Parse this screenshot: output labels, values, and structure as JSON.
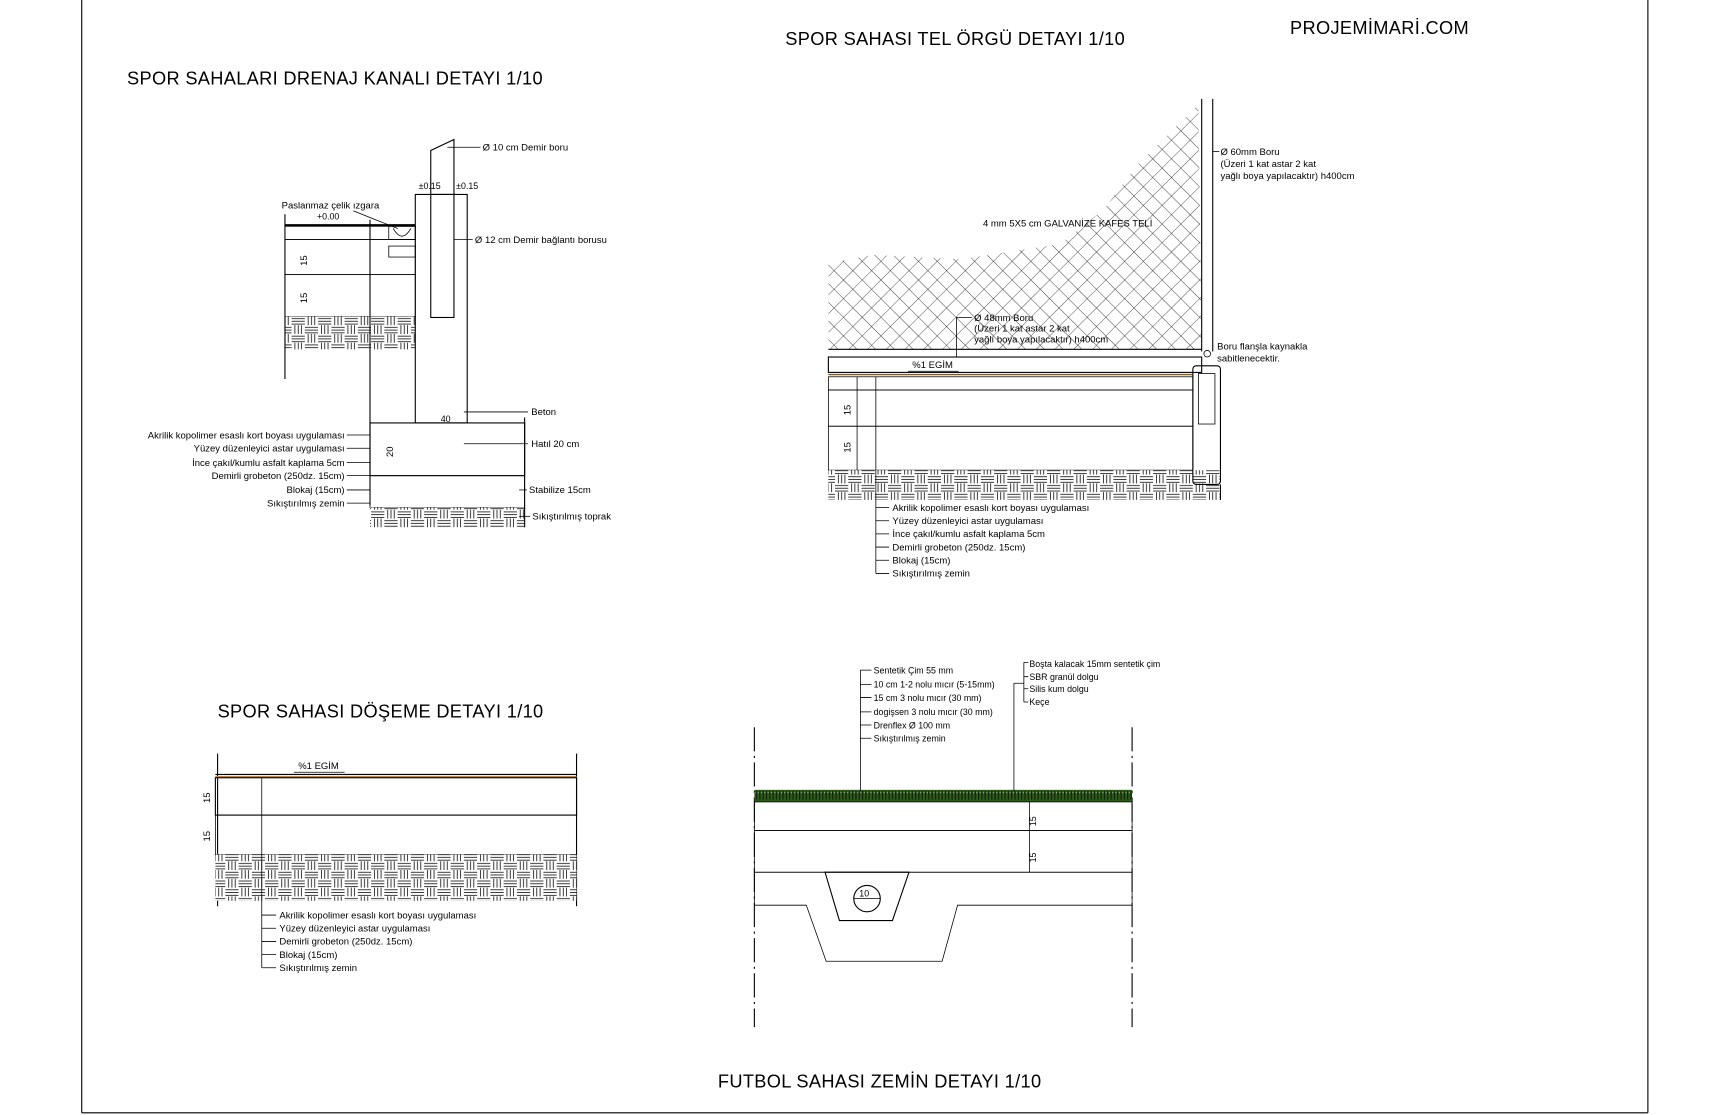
{
  "site_brand": "PROJEMİMARİ.COM",
  "drainage_detail": {
    "title": "SPOR SAHALARI DRENAJ KANALI DETAYI 1/10",
    "callouts": {
      "pipe_top": "Ø 10 cm Demir boru",
      "pipe_connection": "Ø 12 cm Demir bağlantı borusu",
      "grate": "Paslanmaz çelik ızgara",
      "concrete": "Beton",
      "beam": "Hatıl 20 cm",
      "stabilized": "Stabilize 15cm",
      "soil": "Sıkıştırılmış toprak"
    },
    "levels": [
      "+0.00",
      "±0.15",
      "±0.15"
    ],
    "dims": [
      "15",
      "15",
      "20",
      "40"
    ],
    "layers": [
      "Akrilik kopolimer esaslı kort boyası uygulaması",
      "Yüzey düzenleyici astar uygulaması",
      "İnce çakıl/kumlu asfalt kaplama 5cm",
      "Demirli grobeton (250dz. 15cm)",
      "Blokaj (15cm)",
      "Sıkıştırılmış zemin"
    ]
  },
  "fence_detail": {
    "title": "SPOR SAHASI TEL ÖRGÜ DETAYI 1/10",
    "post_callout": [
      "Ø 60mm Boru",
      "(Üzeri 1 kat astar 2 kat",
      "yağlı boya yapılacaktır) h400cm"
    ],
    "mesh_callout": "4 mm 5X5 cm GALVANİZE KAFES TELİ",
    "rail_callout": [
      "Ø 48mm Boru",
      "(Üzeri 1 kat astar 2 kat",
      "yağlı boya yapılacaktır) h400cm"
    ],
    "flange_callout": [
      "Boru flanşla kaynakla",
      "sabitlenecektir."
    ],
    "slope": "%1 EGİM",
    "dims": [
      "15",
      "15"
    ],
    "layers": [
      "Akrilik kopolimer esaslı kort boyası uygulaması",
      "Yüzey düzenleyici astar uygulaması",
      "İnce çakıl/kumlu asfalt kaplama 5cm",
      "Demirli grobeton (250dz. 15cm)",
      "Blokaj (15cm)",
      "Sıkıştırılmış zemin"
    ]
  },
  "floor_detail": {
    "title": "SPOR SAHASI DÖŞEME DETAYI 1/10",
    "slope": "%1 EGİM",
    "dims": [
      "15",
      "15"
    ],
    "layers": [
      "Akrilik kopolimer esaslı kort boyası uygulaması",
      "Yüzey düzenleyici astar uygulaması",
      "Demirli grobeton (250dz. 15cm)",
      "Blokaj (15cm)",
      "Sıkıştırılmış zemin"
    ]
  },
  "football_detail": {
    "title": "FUTBOL SAHASI ZEMİN DETAYI 1/10",
    "layers_left": [
      "Sentetik Çim 55 mm",
      "10 cm 1-2 nolu mıcır (5-15mm)",
      "15 cm 3 nolu mıcır (30 mm)",
      "dogişsen 3 nolu mıcır (30 mm)",
      "Drenflex Ø 100 mm",
      "Sıkıştırılmış zemin"
    ],
    "layers_right": [
      "Boşta kalacak 15mm sentetik çim",
      "SBR granül dolgu",
      "Silis kum dolgu",
      "Keçe"
    ],
    "dims": [
      "15",
      "15",
      "10"
    ],
    "grass_color": "#2e5a1c"
  }
}
